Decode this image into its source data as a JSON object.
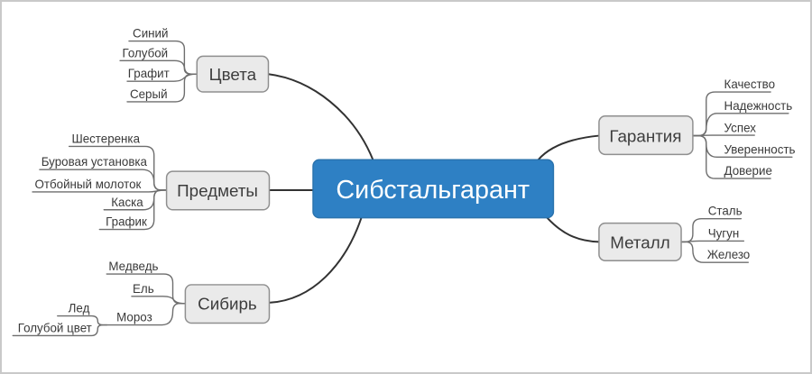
{
  "title": "Сибстальгарант",
  "branches": [
    {
      "label": "Цвета",
      "children": [
        {
          "label": "Синий"
        },
        {
          "label": "Голубой"
        },
        {
          "label": "Графит"
        },
        {
          "label": "Серый"
        }
      ]
    },
    {
      "label": "Предметы",
      "children": [
        {
          "label": "Шестеренка"
        },
        {
          "label": "Буровая установка"
        },
        {
          "label": "Отбойный молоток"
        },
        {
          "label": "Каска"
        },
        {
          "label": "График"
        }
      ]
    },
    {
      "label": "Сибирь",
      "children": [
        {
          "label": "Медведь"
        },
        {
          "label": "Ель"
        },
        {
          "label": "Мороз",
          "children": [
            {
              "label": "Лед"
            },
            {
              "label": "Голубой цвет"
            }
          ]
        }
      ]
    },
    {
      "label": "Гарантия",
      "children": [
        {
          "label": "Качество"
        },
        {
          "label": "Надежность"
        },
        {
          "label": "Успех"
        },
        {
          "label": "Уверенность"
        },
        {
          "label": "Доверие"
        }
      ]
    },
    {
      "label": "Металл",
      "children": [
        {
          "label": "Сталь"
        },
        {
          "label": "Чугун"
        },
        {
          "label": "Железо"
        }
      ]
    }
  ],
  "colors": {
    "root_fill": "#2e80c4",
    "root_border": "#2a73ae",
    "root_text": "#ffffff",
    "node_fill": "#eaeaea",
    "node_border": "#8f8f8f",
    "node_text": "#3d3d3d",
    "leaf_text": "#3a3a3a",
    "child_line": "#6e6e6e",
    "branch_line": "#323232",
    "frame_border": "#c9c9c9",
    "background": "#ffffff"
  }
}
